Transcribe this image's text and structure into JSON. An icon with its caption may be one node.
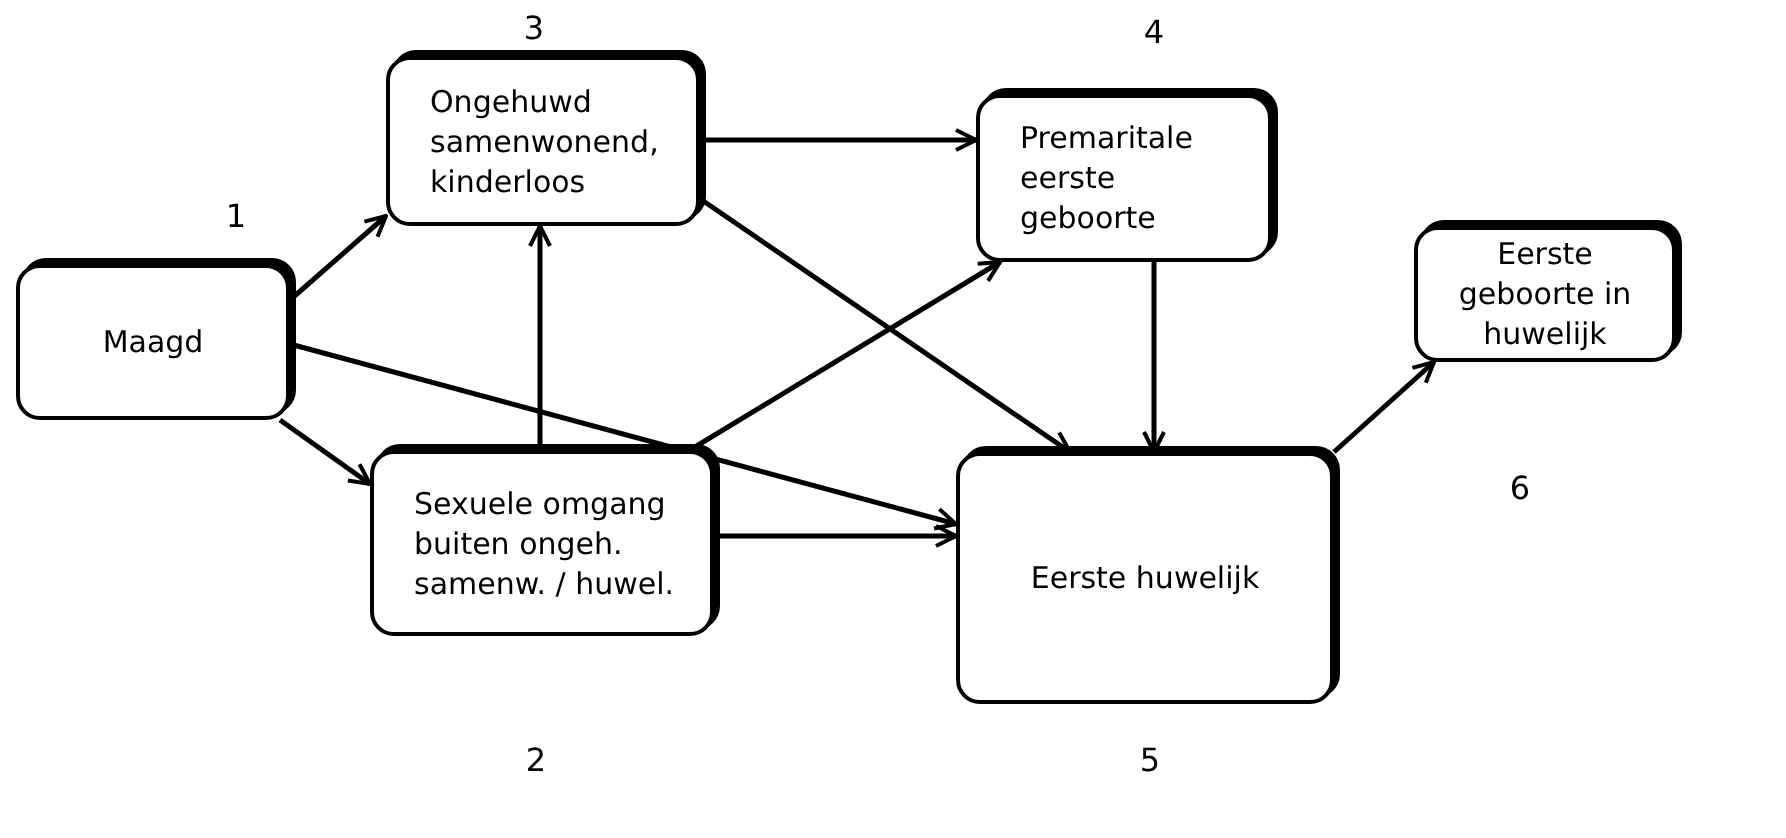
{
  "diagram": {
    "nodes": [
      {
        "text": [
          "Maagd"
        ],
        "beside": [
          "1"
        ]
      },
      {
        "text": [
          "Ongehuwd samenwonend, kinderloos"
        ],
        "beside": [
          "3"
        ]
      },
      {
        "text": [
          "Premaritale eerste geboorte"
        ],
        "beside": [
          "4"
        ]
      },
      {
        "text": [
          "Eerste geboorte in huwelijk"
        ],
        "beside": [
          "6"
        ]
      },
      {
        "text": [
          "Sexuele omgang buiten ongeh. samenw. / huwel."
        ],
        "beside": [
          "2"
        ]
      },
      {
        "text": [
          "Eerste huwelijk"
        ],
        "beside": [
          "5"
        ]
      }
    ],
    "edges": [
      {
        "from": 0,
        "to": 1,
        "arrow": "to"
      },
      {
        "from": 0,
        "to": 4,
        "arrow": "to"
      },
      {
        "from": 0,
        "to": 5,
        "arrow": "to"
      },
      {
        "from": 4,
        "to": 1,
        "arrow": "to"
      },
      {
        "from": 4,
        "to": 2,
        "arrow": "to"
      },
      {
        "from": 4,
        "to": 5,
        "arrow": "to"
      },
      {
        "from": 1,
        "to": 2,
        "arrow": "to"
      },
      {
        "from": 1,
        "to": 5,
        "arrow": "to"
      },
      {
        "from": 2,
        "to": 5,
        "arrow": "to"
      },
      {
        "from": 5,
        "to": 3,
        "arrow": "to"
      }
    ]
  }
}
